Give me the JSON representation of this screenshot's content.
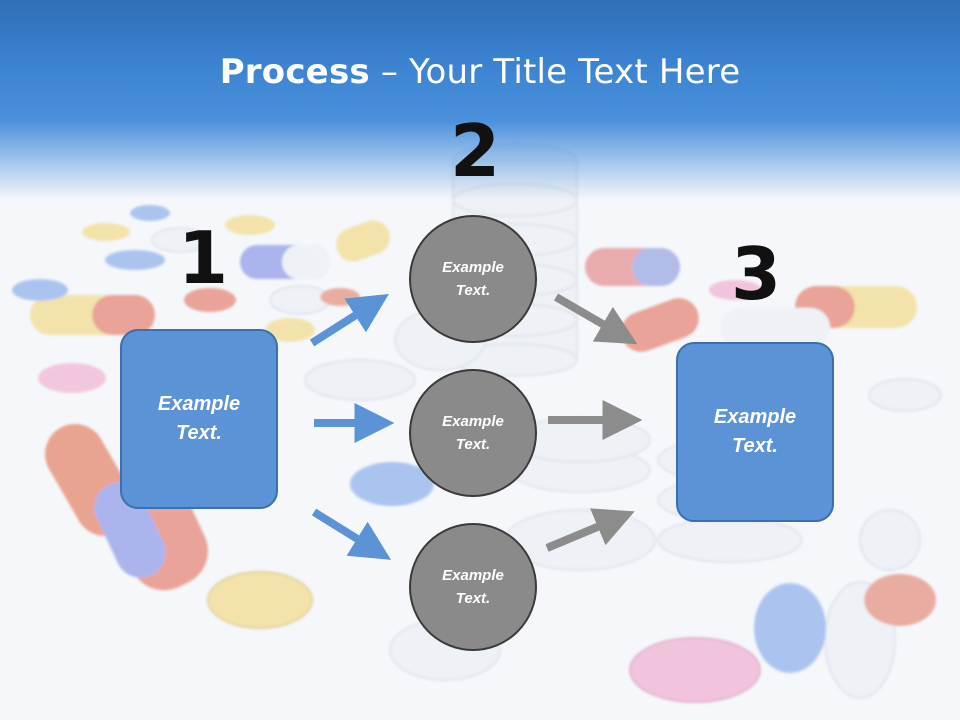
{
  "slide": {
    "title_bold": "Process",
    "title_rest": " – Your Title Text Here",
    "numbers": {
      "one": "1",
      "two": "2",
      "three": "3"
    },
    "left_box": {
      "label": "Example\nText."
    },
    "right_box": {
      "label": "Example\nText."
    },
    "circles": [
      {
        "label": "Example\nText."
      },
      {
        "label": "Example\nText."
      },
      {
        "label": "Example\nText."
      }
    ],
    "colors": {
      "header": "#3a82d0",
      "box_fill": "#5b93d6",
      "circle_fill": "#8a8a8a",
      "blue_arrow": "#5b93d6",
      "gray_arrow": "#8c8c8c"
    },
    "background_icon": "pills-photo"
  }
}
